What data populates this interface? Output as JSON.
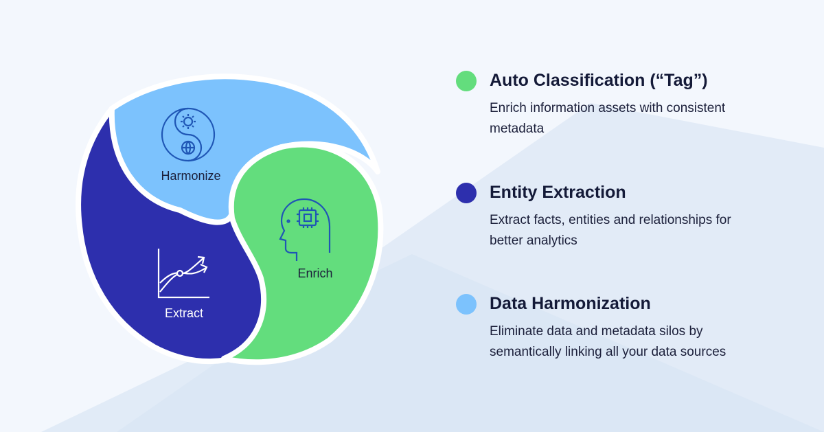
{
  "diagram": {
    "segments": [
      {
        "id": "harmonize",
        "label": "Harmonize",
        "color": "#7cc2fd",
        "icon": "yin-yang-gear-ball-icon"
      },
      {
        "id": "enrich",
        "label": "Enrich",
        "color": "#63dd7d",
        "icon": "head-chip-icon"
      },
      {
        "id": "extract",
        "label": "Extract",
        "color": "#2d2fad",
        "icon": "chart-growth-arrows-icon"
      }
    ],
    "icon_stroke": "#1f56b5",
    "icon_stroke_light": "#ffffff"
  },
  "legend": [
    {
      "title": "Auto Classification (“Tag”)",
      "description": "Enrich information assets with consistent metadata",
      "color": "#63dd7d"
    },
    {
      "title": "Entity Extraction",
      "description": "Extract facts, entities and relationships for better analytics",
      "color": "#2d2fad"
    },
    {
      "title": "Data Harmonization",
      "description": "Eliminate data and metadata silos by semantically linking all your data sources",
      "color": "#7cc2fd"
    }
  ],
  "background": {
    "base": "#f3f7fd",
    "shape": "#dfe9f6"
  }
}
